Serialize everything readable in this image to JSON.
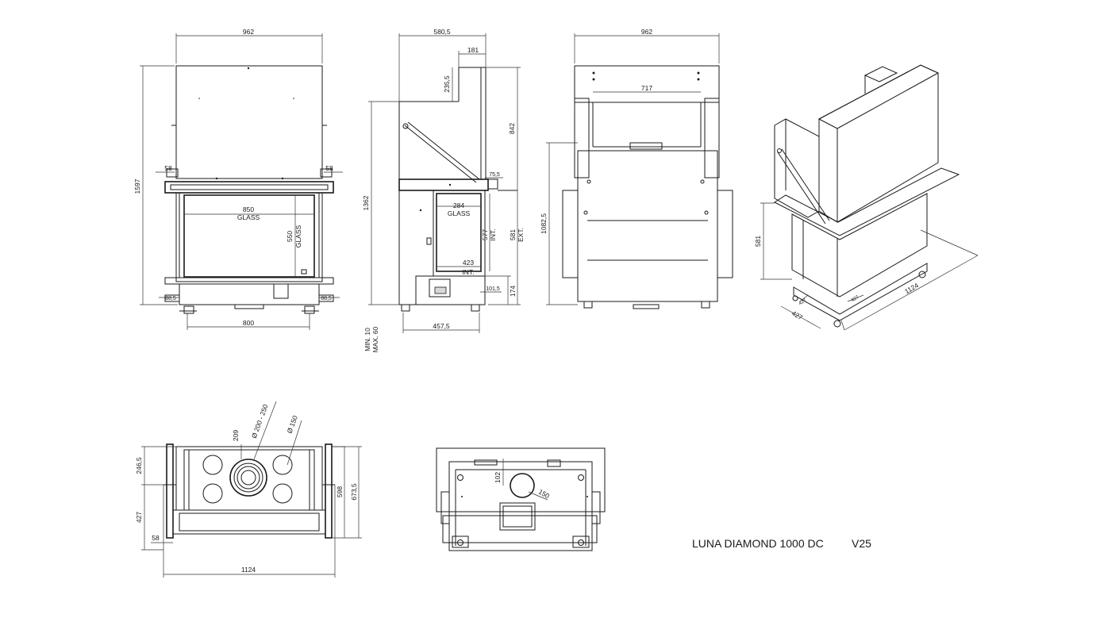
{
  "title": "LUNA DIAMOND 1000 DC",
  "version": "V25",
  "front_view": {
    "width": "962",
    "height": "1597",
    "side_left": "58",
    "side_right": "58",
    "glass_width": "850",
    "glass_label": "GLASS",
    "glass_height": "550",
    "glass_height_label": "GLASS",
    "foot_left": "88,5",
    "foot_right": "88,5",
    "base_width": "800"
  },
  "side_view": {
    "depth": "580,5",
    "flue_offset": "181",
    "flue_height": "235,5",
    "upper_height": "842",
    "total_height": "1362",
    "frame_offset": "75,5",
    "glass_width": "284",
    "glass_label": "GLASS",
    "int_height": "577",
    "int_label": "INT.",
    "ext_height": "581",
    "ext_label": "EXT.",
    "int_depth": "423",
    "int_depth_label": "INT.",
    "base_offset": "101,5",
    "base_height": "174",
    "base_depth": "457,5",
    "legs_min": "MIN. 10",
    "legs_max": "MAX. 60"
  },
  "back_view": {
    "width": "962",
    "inner_width": "717",
    "height": "1082,5"
  },
  "iso_view": {
    "height": "581",
    "depth": "427",
    "width": "1124",
    "small_a": "427",
    "small_b": "427"
  },
  "top_view": {
    "offset": "209",
    "flue_dia": "Ø 200 - 250",
    "outlet_dia": "Ø 150",
    "front_depth": "246,5",
    "rear_depth": "427",
    "side": "58",
    "inner_depth": "598",
    "total_depth": "673,5",
    "total_width": "1124"
  },
  "bottom_view": {
    "offset": "102",
    "inlet_dia": "150"
  }
}
